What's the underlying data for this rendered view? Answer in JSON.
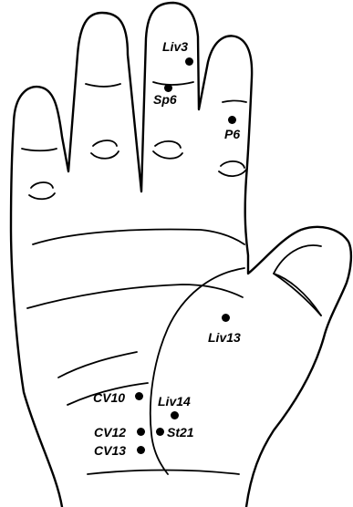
{
  "points": [
    {
      "id": "liv3",
      "label": "Liv3"
    },
    {
      "id": "sp6",
      "label": "Sp6"
    },
    {
      "id": "p6",
      "label": "P6"
    },
    {
      "id": "liv13",
      "label": "Liv13"
    },
    {
      "id": "cv10",
      "label": "CV10"
    },
    {
      "id": "liv14",
      "label": "Liv14"
    },
    {
      "id": "cv12",
      "label": "CV12"
    },
    {
      "id": "st21",
      "label": "St21"
    },
    {
      "id": "cv13",
      "label": "CV13"
    }
  ]
}
